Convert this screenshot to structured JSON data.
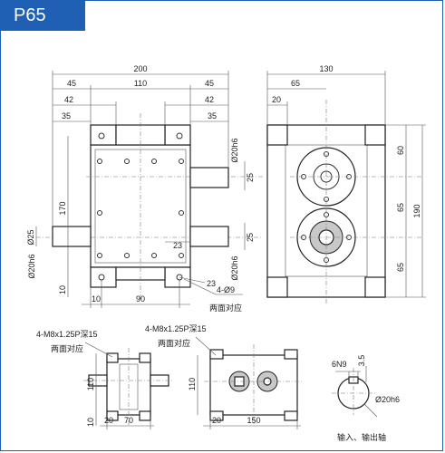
{
  "model": "P65",
  "front_view": {
    "dim_overall_width": "200",
    "dim_left_margin": "45",
    "dim_center": "110",
    "dim_right_margin": "45",
    "dim_left_42": "42",
    "dim_right_42": "42",
    "dim_left_35": "35",
    "dim_right_35": "35",
    "dim_height_170": "170",
    "dim_bottom_10": "10",
    "dim_base_10": "10",
    "dim_base_90": "90",
    "dim_23_top": "23",
    "dim_23_bottom": "23",
    "shaft_top_dia": "Ø20h6",
    "shaft_top_25": "25",
    "shaft_right_dia": "Ø20h6",
    "shaft_right_25": "25",
    "shaft_left_dia": "Ø20h6",
    "shaft_left_25": "Ø25",
    "hole_spec": "4-Ø9",
    "hole_note": "两面对应"
  },
  "side_view": {
    "dim_width": "130",
    "dim_65": "65",
    "dim_20": "20",
    "dim_height": "190",
    "dim_upper_60": "60",
    "dim_mid_65": "65",
    "dim_lower_65": "65"
  },
  "top_view_left": {
    "thread_spec": "4-M8x1.25P深15",
    "thread_note": "两面对应",
    "dim_110": "110",
    "dim_10": "10",
    "dim_20": "20",
    "dim_70": "70"
  },
  "top_view_right": {
    "thread_spec": "4-M8x1.25P深15",
    "thread_note": "两面对应",
    "dim_110": "110",
    "dim_20": "20",
    "dim_150": "150"
  },
  "shaft_detail": {
    "key_width": "6N9",
    "key_depth": "3.5",
    "shaft_dia": "Ø20h6",
    "caption": "输入、输出轴"
  }
}
